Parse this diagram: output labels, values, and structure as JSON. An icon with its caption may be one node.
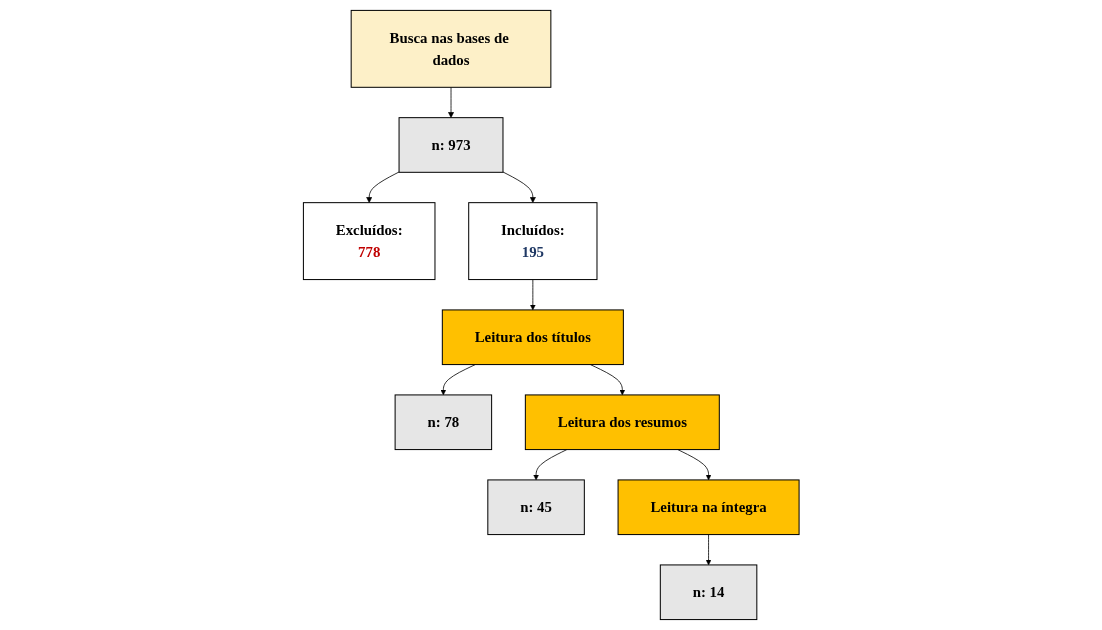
{
  "diagram": {
    "nodes": [
      {
        "text": [
          "Busca nas bases de dados"
        ]
      },
      {
        "text": [
          "Excluídos:",
          "778"
        ]
      },
      {
        "text": [
          "n: 973"
        ]
      },
      {
        "text": [
          "Incluídos:",
          "195"
        ]
      },
      {
        "text": [
          "Leitura dos títulos"
        ]
      },
      {
        "text": [
          "n: 78"
        ]
      },
      {
        "text": [
          "Leitura dos resumos"
        ]
      },
      {
        "text": [
          "n: 45"
        ]
      },
      {
        "text": [
          "Leitura na íntegra"
        ]
      },
      {
        "text": [
          "n: 14"
        ]
      }
    ],
    "edges": [
      {
        "from": 0,
        "to": 2,
        "arrow": "to"
      },
      {
        "from": 2,
        "to": 1,
        "arrow": "to"
      },
      {
        "from": 2,
        "to": 3,
        "arrow": "to"
      },
      {
        "from": 3,
        "to": 4,
        "arrow": "to"
      },
      {
        "from": 4,
        "to": 5,
        "arrow": "to"
      },
      {
        "from": 4,
        "to": 6,
        "arrow": "to"
      },
      {
        "from": 6,
        "to": 7,
        "arrow": "to"
      },
      {
        "from": 6,
        "to": 8,
        "arrow": "to"
      },
      {
        "from": 8,
        "to": 9,
        "arrow": "to"
      }
    ]
  }
}
